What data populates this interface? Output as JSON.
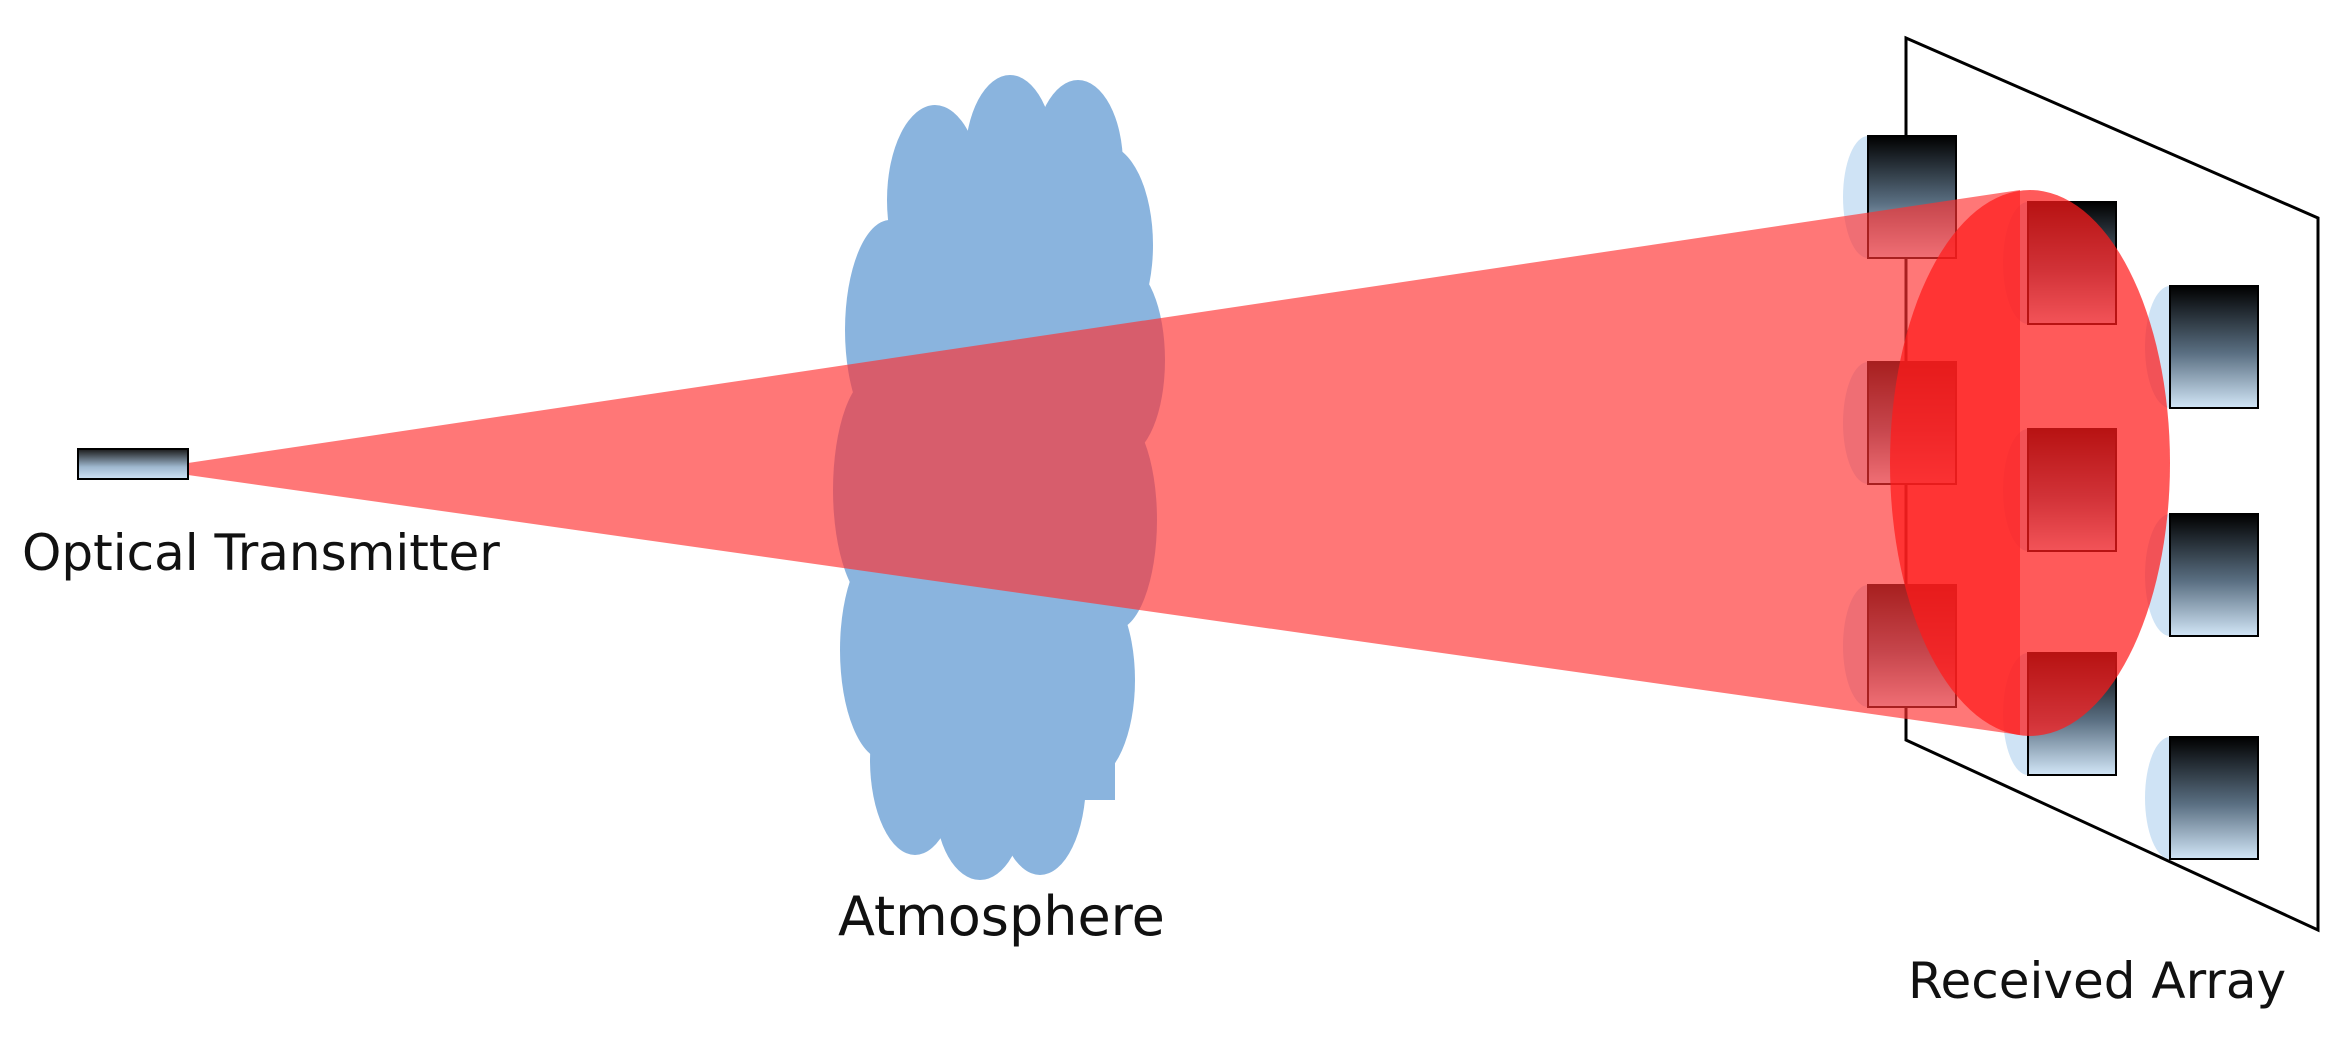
{
  "labels": {
    "transmitter": "Optical Transmitter",
    "atmosphere": "Atmosphere",
    "array": "Received Array"
  },
  "colors": {
    "beam": "#ff5050",
    "beam_spot": "#ff1a1a",
    "cloud": "#8ab4de",
    "panel_stroke": "#000000",
    "detector_dark": "#000000",
    "detector_light": "#cfe3f5"
  },
  "icons": {
    "transmitter": "laser-emitter-icon",
    "cloud": "cloud-icon",
    "detector": "photodetector-icon"
  },
  "array": {
    "columns": 3,
    "rows": 3,
    "detector_count": 9
  }
}
